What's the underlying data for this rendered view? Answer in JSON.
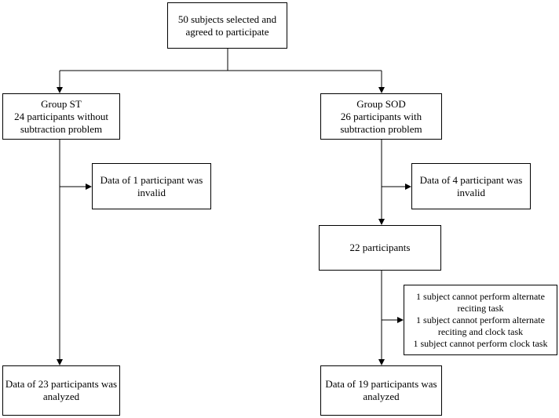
{
  "nodes": {
    "enrolled": [
      "50 subjects selected and",
      "agreed to participate"
    ],
    "group_st": [
      "Group ST",
      "24 participants without",
      "subtraction problem"
    ],
    "group_sod": [
      "Group SOD",
      "26 participants with",
      "subtraction problem"
    ],
    "st_invalid": [
      "Data of 1 participant was",
      "invalid"
    ],
    "sod_invalid": [
      "Data of 4 participant was",
      "invalid"
    ],
    "sod_remaining": [
      "22 participants"
    ],
    "sod_excluded": [
      "1 subject cannot perform alternate",
      "reciting task",
      "1 subject cannot perform alternate",
      "reciting and clock task",
      "1 subject cannot perform clock task"
    ],
    "st_analyzed": [
      "Data of 23 participants was",
      "analyzed"
    ],
    "sod_analyzed": [
      "Data of 19 participants was",
      "analyzed"
    ]
  },
  "colors": {
    "line": "#000000",
    "box_border": "#000000",
    "background": "#ffffff"
  }
}
